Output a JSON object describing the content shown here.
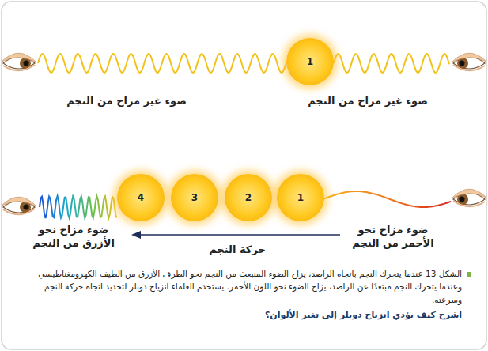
{
  "diagram": {
    "caption": "الشكل 13 عندما يتحرك النجم باتجاه الراصد، يزاح الضوء المنبعث من النجم نحو الطرف الأزرق من الطيف الكهرومغناطيسي وعندما يتحرك النجم مبتعدًا عن الراصد، يزاح الضوء نحو اللون الأحمر. يستخدم العلماء انزياح دوبلر لتحديد اتجاه حركة النجم وسرعته.",
    "nodes": [
      {
        "text": [
          "1"
        ]
      },
      {
        "text": [
          "4"
        ]
      },
      {
        "text": [
          "3"
        ]
      },
      {
        "text": [
          "2"
        ]
      },
      {
        "text": [
          "1"
        ]
      }
    ],
    "labels": [
      "ضوء غير مزاح من النجم",
      "ضوء غير مزاح من النجم",
      "ضوء مزاح نحو الأزرق من النجم",
      "حركة النجم",
      "ضوء مزاح نحو الأحمر من النجم",
      "اشرح كيف يؤدي انزياح دوبلر إلى تغير الألوان؟"
    ]
  }
}
